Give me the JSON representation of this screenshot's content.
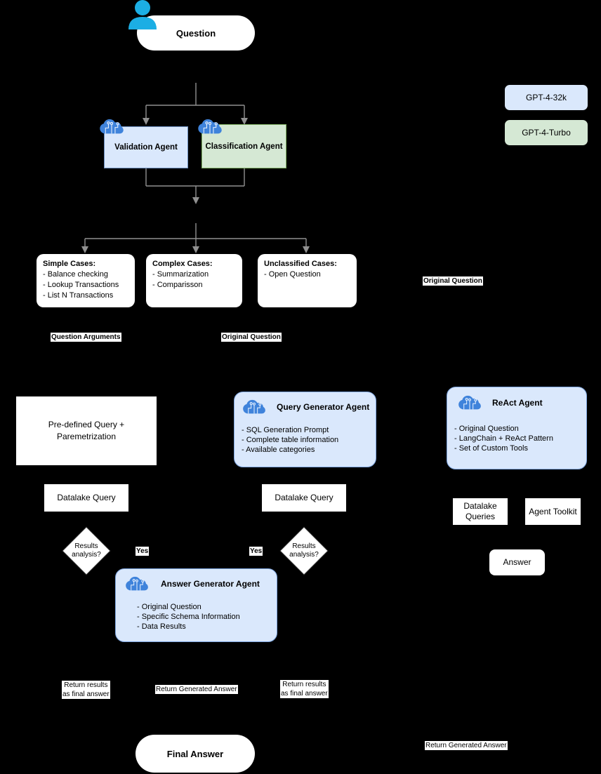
{
  "colors": {
    "blue_fill": "#dae8fc",
    "blue_border": "#6c8ebf",
    "round_border": "#7ea6e0",
    "green_fill": "#d5e8d4",
    "green_border": "#82b366",
    "arrow_gray": "#909090",
    "person_cyan": "#1caee4",
    "cloud_blue": "#3f83db"
  },
  "legend": {
    "gpt4_32k_label": "GPT-4-32k",
    "gpt4_turbo_label": "GPT-4-Turbo"
  },
  "flow": {
    "question_label": "Question",
    "validation_agent_label": "Validation Agent",
    "classification_agent_label": "Classification Agent",
    "simple_cases": {
      "title": "Simple Cases:",
      "item1": "- Balance checking",
      "item2": "- Lookup Transactions",
      "item3": "- List N Transactions"
    },
    "complex_cases": {
      "title": "Complex Cases:",
      "item1": "- Summarization",
      "item2": "- Comparisson"
    },
    "unclassified_cases": {
      "title": "Unclassified Cases:",
      "item1": "- Open Question"
    },
    "predefined_query": {
      "line1": "Pre-defined Query +",
      "line2": "Paremetrization"
    },
    "query_generator_agent": {
      "title": "Query Generator Agent",
      "item1": "- SQL Generation Prompt",
      "item2": "- Complete table information",
      "item3": "- Available categories"
    },
    "react_agent": {
      "title": "ReAct Agent",
      "item1": "- Original Question",
      "item2": "- LangChain + ReAct Pattern",
      "item3": "- Set of Custom Tools"
    },
    "answer_generator_agent": {
      "title": "Answer Generator Agent",
      "item1": "- Original Question",
      "item2": "- Specific Schema Information",
      "item3": "- Data Results"
    },
    "datalake_query_left": "Datalake Query",
    "datalake_query_mid": "Datalake Query",
    "datalake_queries_right": "Datalake Queries",
    "agent_toolkit_label": "Agent Toolkit",
    "answer_label": "Answer",
    "final_answer_label": "Final Answer",
    "decision_left": {
      "line1": "Results",
      "line2": "analysis?"
    },
    "decision_mid": {
      "line1": "Results",
      "line2": "analysis?"
    }
  },
  "edge_labels": {
    "question_arguments": "Question Arguments",
    "original_question_mid": "Original Question",
    "original_question_right": "Original Question",
    "yes_left": "Yes",
    "yes_mid": "Yes",
    "return_results_left_line1": "Return results",
    "return_results_left_line2": "as final answer",
    "return_generated_answer_mid": "Return Generated Answer",
    "return_results_mid_line1": "Return results",
    "return_results_mid_line2": "as final answer",
    "return_generated_answer_right": "Return Generated Answer"
  }
}
